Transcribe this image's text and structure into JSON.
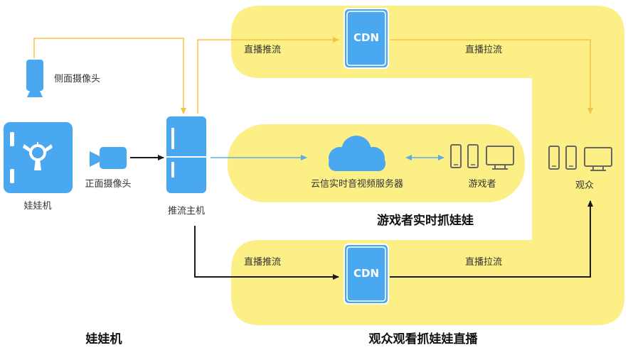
{
  "labels": {
    "side_camera": "侧面摄像头",
    "front_camera": "正面摄像头",
    "claw_machine": "娃娃机",
    "push_host": "推流主机",
    "live_push_top": "直播推流",
    "live_pull_top": "直播拉流",
    "live_push_bottom": "直播推流",
    "live_pull_bottom": "直播拉流",
    "server": "云信实时音视频服务器",
    "player": "游戏者",
    "audience": "观众",
    "realtime_section": "游戏者实时抓娃娃",
    "machine_section": "娃娃机",
    "watch_section": "观众观看抓娃娃直播"
  },
  "cdn": {
    "top": "CDN",
    "bottom": "CDN"
  },
  "colors": {
    "highlight": "#fbef86",
    "device_blue": "#4aa8f0",
    "arrow_yellow": "#f6c445",
    "arrow_blue": "#5aaee8",
    "arrow_black": "#1a1a1a",
    "device_gray": "#666666"
  }
}
